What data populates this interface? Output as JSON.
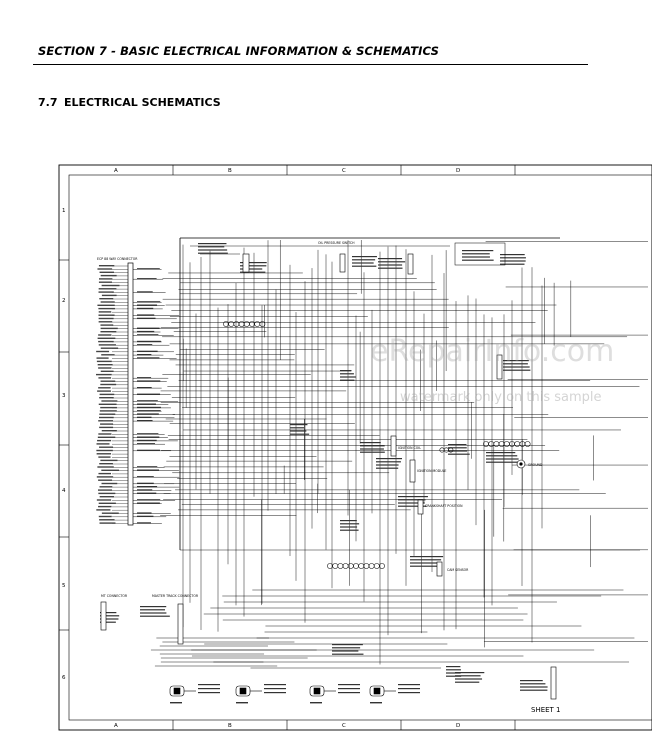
{
  "header": {
    "section_title": "SECTION 7 - BASIC ELECTRICAL INFORMATION & SCHEMATICS"
  },
  "subsection": {
    "number": "7.7",
    "title": "ELECTRICAL SCHEMATICS"
  },
  "frame": {
    "columns": [
      "A",
      "B",
      "C",
      "D"
    ],
    "rows": [
      "1",
      "2",
      "3",
      "4",
      "5",
      "6"
    ]
  },
  "labels": {
    "main_connector": "ECP 88 WAY CONNECTOR",
    "oil_pressure_switch": "OIL PRESSURE SWITCH",
    "ignition_coil": "IGNITION COIL",
    "ignition_module": "IGNITION MODULE",
    "crankshaft_position": "CRANKSHAFT POSITION",
    "cam_sensor": "CAM SENSOR",
    "ground": "GROUND",
    "mt_connector": "MT CONNECTOR",
    "master_track_connector": "MASTER TRACK CONNECTOR",
    "sheet": "SHEET 1"
  },
  "watermark": {
    "main": "eRepairInfo.com",
    "sub": "watermark only on this sample"
  }
}
